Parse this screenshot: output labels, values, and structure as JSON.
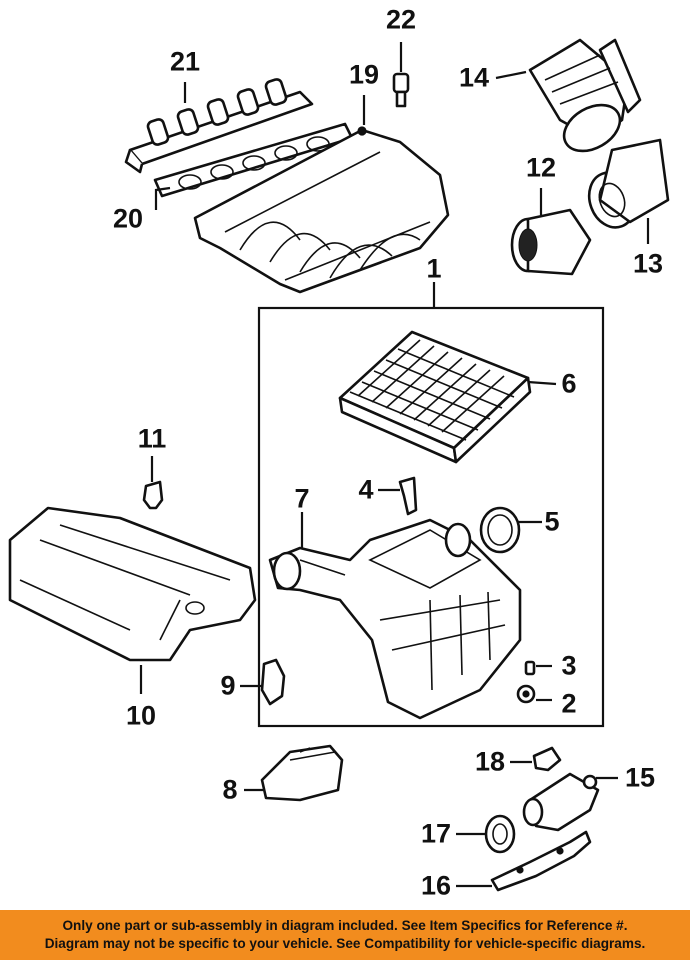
{
  "callouts": [
    {
      "n": "1"
    },
    {
      "n": "2"
    },
    {
      "n": "3"
    },
    {
      "n": "4"
    },
    {
      "n": "5"
    },
    {
      "n": "6"
    },
    {
      "n": "7"
    },
    {
      "n": "8"
    },
    {
      "n": "9"
    },
    {
      "n": "10"
    },
    {
      "n": "11"
    },
    {
      "n": "12"
    },
    {
      "n": "13"
    },
    {
      "n": "14"
    },
    {
      "n": "15"
    },
    {
      "n": "16"
    },
    {
      "n": "17"
    },
    {
      "n": "18"
    },
    {
      "n": "19"
    },
    {
      "n": "20"
    },
    {
      "n": "21"
    },
    {
      "n": "22"
    }
  ],
  "footer": {
    "line1": "Only one part or sub-assembly in diagram included. See Item Specifics for Reference #.",
    "line2": "Diagram may not be specific to your vehicle. See Compatibility for vehicle-specific diagrams."
  },
  "colors": {
    "footer_bg": "#f28c1e",
    "ink": "#111111"
  }
}
